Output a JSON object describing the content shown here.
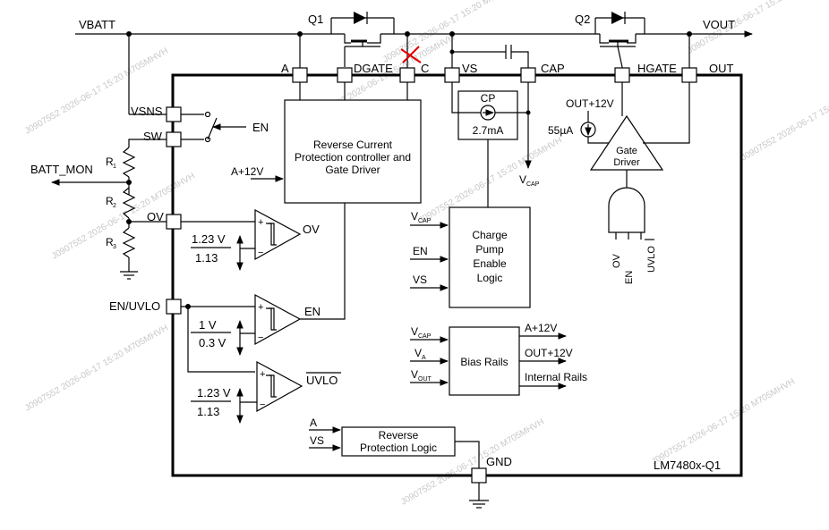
{
  "nets": {
    "vbatt": "VBATT",
    "vout": "VOUT",
    "batt_mon": "BATT_MON",
    "en_switch": "EN",
    "vcap_out": "V",
    "vcap_out_sub": "CAP"
  },
  "transistors": {
    "q1": "Q1",
    "q2": "Q2"
  },
  "pins": {
    "a": "A",
    "dgate": "DGATE",
    "c": "C",
    "vs": "VS",
    "cap": "CAP",
    "hgate": "HGATE",
    "out": "OUT",
    "vsns": "VSNS",
    "sw": "SW",
    "ov": "OV",
    "en_uvlo": "EN/UVLO",
    "gnd": "GND"
  },
  "resistors": {
    "r1": "R",
    "r1_sub": "1",
    "r2": "R",
    "r2_sub": "2",
    "r3": "R",
    "r3_sub": "3"
  },
  "blocks": {
    "reverse_current": [
      "Reverse Current",
      "Protection controller and",
      "Gate Driver"
    ],
    "a12v_in": "A+12V",
    "cp_label": "CP",
    "cp_current": "2.7mA",
    "out12v": "OUT+12V",
    "source_current": "55µA",
    "gate_driver": [
      "Gate",
      "Driver"
    ],
    "charge_pump": [
      "Charge",
      "Pump",
      "Enable",
      "Logic"
    ],
    "cp_in_vcap": "V",
    "cp_in_vcap_sub": "CAP",
    "cp_in_en": "EN",
    "cp_in_vs": "VS",
    "bias_rails": "Bias Rails",
    "bias_in_vcap": "V",
    "bias_in_vcap_sub": "CAP",
    "bias_in_va": "V",
    "bias_in_va_sub": "A",
    "bias_in_vout": "V",
    "bias_in_vout_sub": "OUT",
    "bias_out_a12": "A+12V",
    "bias_out_out12": "OUT+12V",
    "bias_out_internal": "Internal Rails",
    "reverse_logic": [
      "Reverse",
      "Protection Logic"
    ],
    "rpl_in_a": "A",
    "rpl_in_vs": "VS",
    "and_in_ov": "OV",
    "and_in_en": "EN",
    "and_in_uvlo": "UVLO"
  },
  "comparators": {
    "ov": {
      "out": "OV",
      "hi": "1.23 V",
      "lo": "1.13"
    },
    "en": {
      "out": "EN",
      "hi": "1 V",
      "lo": "0.3 V"
    },
    "uvlo": {
      "out": "UVLO",
      "hi": "1.23 V",
      "lo": "1.13"
    }
  },
  "chip_name": "LM7480x-Q1",
  "watermark": "J0907552 2026-06-17 15:20 M705MHVH",
  "colors": {
    "line": "#000000",
    "mark_red": "#e00000",
    "watermark": "#c8c8c8"
  }
}
